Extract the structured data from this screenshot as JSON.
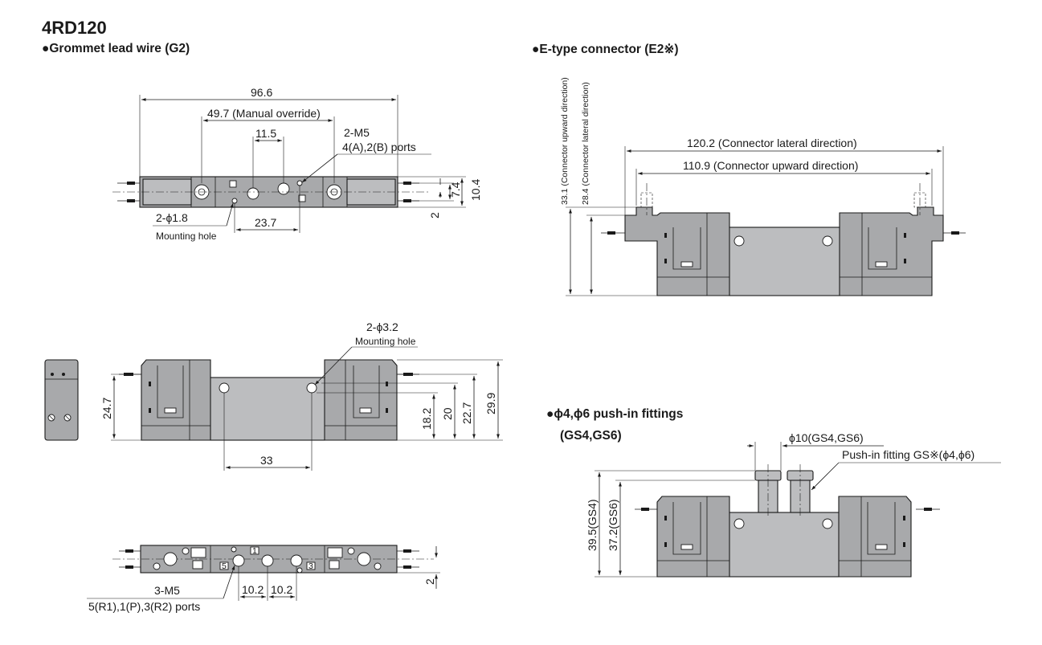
{
  "title": "4RD120",
  "headings": {
    "grommet": "●Grommet lead wire (G2)",
    "etype": "●E-type connector (E2※)",
    "pushin_line1": "●ϕ4,ϕ6 push-in fittings",
    "pushin_line2": "(GS4,GS6)"
  },
  "top_view": {
    "overall": "96.6",
    "manual_override": "49.7 (Manual override)",
    "pitch": "11.5",
    "port_label": "2-M5",
    "port_desc": "4(A),2(B) ports",
    "hole_label": "2-ϕ1.8",
    "hole_desc": "Mounting hole",
    "hole_pitch": "23.7",
    "h1": "7.4",
    "h2": "10.4",
    "h3": "2"
  },
  "front_view": {
    "hole_label": "2-ϕ3.2",
    "hole_desc": "Mounting hole",
    "height_left": "24.7",
    "h_18": "18.2",
    "h_20": "20",
    "h_22": "22.7",
    "h_29": "29.9",
    "hole_pitch": "33"
  },
  "bottom_view": {
    "port_label": "3-M5",
    "port_desc": "5(R1),1(P),3(R2) ports",
    "pitch_a": "10.2",
    "pitch_b": "10.2",
    "offset": "2",
    "markers": [
      "1",
      "5",
      "3"
    ]
  },
  "etype": {
    "lateral": "120.2 (Connector lateral direction)",
    "upward": "110.9 (Connector upward direction)",
    "v_upward": "33.1 (Connector upward direction)",
    "v_lateral": "28.4 (Connector lateral direction)"
  },
  "pushin": {
    "diameter": "ϕ10(GS4,GS6)",
    "fitting": "Push-in fitting GS※(ϕ4,ϕ6)",
    "h_gs4": "39.5(GS4)",
    "h_gs6": "37.2(GS6)"
  }
}
